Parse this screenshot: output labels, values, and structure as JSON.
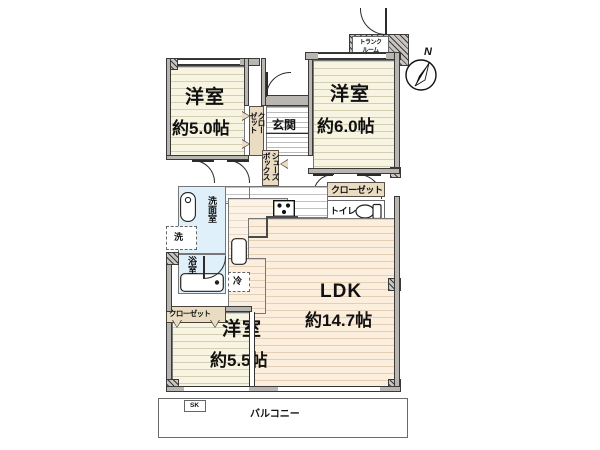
{
  "plan": {
    "title_visible": false,
    "rooms": [
      {
        "id": "washitsu_top_left",
        "name": "洋室",
        "size": "約5.0帖"
      },
      {
        "id": "washitsu_top_right",
        "name": "洋室",
        "size": "約6.0帖"
      },
      {
        "id": "washitsu_bottom",
        "name": "洋室",
        "size": "約5.5帖"
      },
      {
        "id": "ldk",
        "name": "LDK",
        "size": "約14.7帖"
      }
    ],
    "labels": {
      "genkan": "玄関",
      "trunk_room_line1": "トランク",
      "trunk_room_line2": "ルーム",
      "closet_entry_line1": "クロー",
      "closet_entry_line2": "ゼット",
      "shoe_box_line1": "シューズ",
      "shoe_box_line2": "ボックス",
      "closet_right": "クローゼット",
      "toilet": "トイレ",
      "senmenshitsu": "洗面室",
      "washer": "洗",
      "yokushitsu": "浴室",
      "fridge": "冷",
      "closet_bottom_left": "クローゼット",
      "balcony": "バルコニー",
      "sk": "SK",
      "compass_north": "N"
    },
    "colors": {
      "tatami_fill": "#f7f4e2",
      "ldk_fill": "#fbeedd",
      "wet_fill": "#dff0fb",
      "closet_fill": "#e9dcc3",
      "wall": "#2b2b2b",
      "wall_gray": "#b9b6b2",
      "background": "#ffffff"
    }
  }
}
